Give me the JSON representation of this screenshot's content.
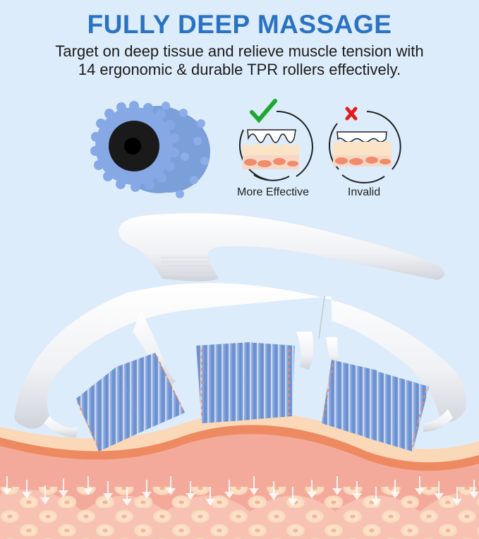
{
  "header": {
    "title": "FULLY DEEP MASSAGE",
    "subtitle_line1": "Target on deep tissue and relieve muscle tension with",
    "subtitle_line2": "14 ergonomic & durable TPR rollers effectively."
  },
  "comparison": [
    {
      "label": "More Effective",
      "icon": "green-checkmark-icon",
      "color": "#1fa82f"
    },
    {
      "label": "Invalid",
      "icon": "red-x-icon",
      "color": "#e31b1b"
    }
  ],
  "product": {
    "roller_count": "14",
    "roller_material": "TPR",
    "roller_color": "#7ea3de",
    "body_color": "#f2f3f5"
  },
  "colors": {
    "background": "#dcecfa",
    "title": "#2a72c2",
    "skin_top": "#fbd9b8",
    "skin_line": "#ee8a62",
    "dermis": "#f4aa9a",
    "fat_layer": "#f7c2b3",
    "fat_cell": "#fbe3cc"
  }
}
